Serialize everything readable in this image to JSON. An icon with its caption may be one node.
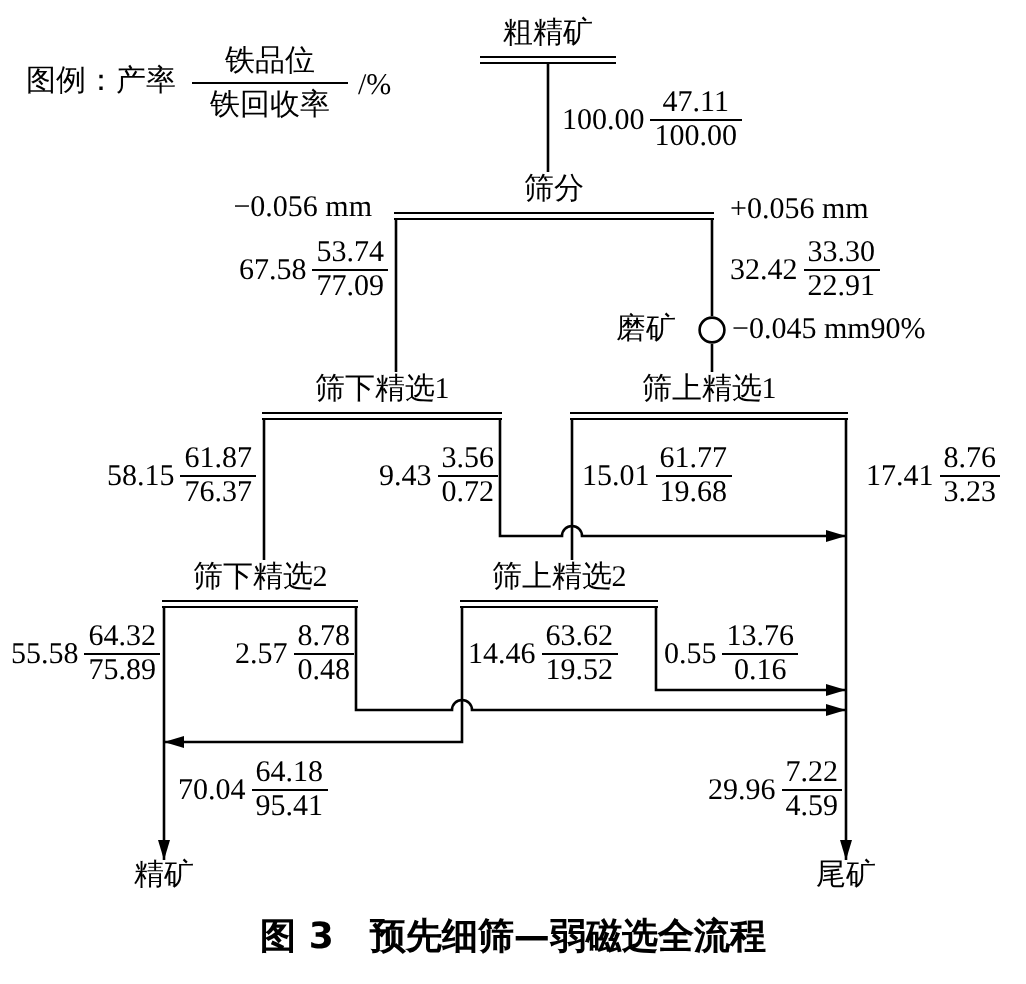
{
  "diagram": {
    "caption": "图 3　预先细筛—弱磁选全流程",
    "nodes": [
      {
        "text": [
          "粗精矿"
        ]
      },
      {
        "text": [
          "筛分"
        ]
      },
      {
        "text": [
          "磨矿"
        ],
        "beside": [
          "−0.045 mm90%"
        ]
      },
      {
        "text": [
          "筛下精选1"
        ]
      },
      {
        "text": [
          "筛上精选1"
        ]
      },
      {
        "text": [
          "筛下精选2"
        ]
      },
      {
        "text": [
          "筛上精选2"
        ]
      },
      {
        "text": [
          "精矿"
        ]
      },
      {
        "text": [
          "尾矿"
        ]
      }
    ],
    "edges": [
      {
        "from": 0,
        "to": 1,
        "arrow": "none",
        "label": "100.00 47.11 100.00"
      },
      {
        "from": 1,
        "to": 3,
        "arrow": "none",
        "label": "67.58 53.74 77.09"
      },
      {
        "from": 1,
        "to": 2,
        "arrow": "none",
        "label": "32.42 33.30 22.91"
      },
      {
        "from": 2,
        "to": 4,
        "arrow": "none"
      },
      {
        "from": 3,
        "to": 5,
        "arrow": "none",
        "label": "58.15 61.87 76.37"
      },
      {
        "from": 3,
        "to": 8,
        "arrow": "to",
        "label": "9.43 3.56 0.72"
      },
      {
        "from": 4,
        "to": 6,
        "arrow": "none",
        "label": "15.01 61.77 19.68"
      },
      {
        "from": 4,
        "to": 8,
        "arrow": "to",
        "label": "17.41 8.76 3.23"
      },
      {
        "from": 5,
        "to": 7,
        "arrow": "to",
        "label": "55.58 64.32 75.89"
      },
      {
        "from": 5,
        "to": 8,
        "arrow": "to",
        "label": "2.57 8.78 0.48"
      },
      {
        "from": 6,
        "to": 7,
        "arrow": "to",
        "label": "14.46 63.62 19.52"
      },
      {
        "from": 6,
        "to": 8,
        "arrow": "to",
        "label": "0.55 13.76 0.16"
      }
    ],
    "labels": [
      "图例：产率",
      "铁品位",
      "铁回收率",
      "/%",
      "−0.056 mm",
      "+0.056 mm",
      "70.04 64.18 95.41",
      "29.96 7.22 4.59"
    ]
  }
}
